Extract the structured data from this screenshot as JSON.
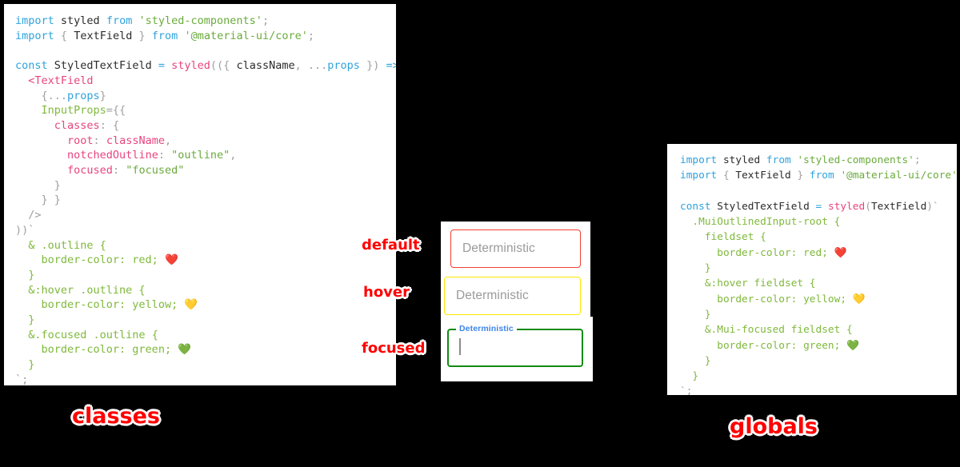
{
  "page": {
    "background_color": "#000000",
    "accent_annotation_color": "#ff0000"
  },
  "left_panel": {
    "name": "classes-approach-code",
    "caption": "classes",
    "language": "jsx",
    "code_lines": [
      "import styled from 'styled-components';",
      "import { TextField } from '@material-ui/core';",
      "",
      "const StyledTextField = styled(({ className, ...props }) => (",
      "  <TextField",
      "    {...props}",
      "    InputProps={{",
      "      classes: {",
      "        root: className,",
      "        notchedOutline: \"outline\",",
      "        focused: \"focused\"",
      "      }",
      "    } }",
      "  />",
      "))`",
      "  & .outline {",
      "    border-color: red; ❤️",
      "  }",
      "  &:hover .outline {",
      "    border-color: yellow; 💛",
      "  }",
      "  &.focused .outline {",
      "    border-color: green; 💚",
      "  }",
      "`;"
    ]
  },
  "right_panel": {
    "name": "globals-approach-code",
    "caption": "globals",
    "language": "jsx",
    "code_lines": [
      "import styled from 'styled-components';",
      "import { TextField } from '@material-ui/core';",
      "",
      "const StyledTextField = styled(TextField)`",
      "  .MuiOutlinedInput-root {",
      "    fieldset {",
      "      border-color: red; ❤️",
      "    }",
      "    &:hover fieldset {",
      "      border-color: yellow; 💛",
      "    }",
      "    &.Mui-focused fieldset {",
      "      border-color: green; 💚",
      "    }",
      "  }",
      "`;"
    ]
  },
  "demo": {
    "states": [
      {
        "key": "default",
        "annotation": "default",
        "field_text": "Deterministic",
        "is_placeholder": true,
        "border_color": "#f4402e"
      },
      {
        "key": "hover",
        "annotation": "hover",
        "field_text": "Deterministic",
        "is_placeholder": true,
        "border_color": "#ffe600"
      },
      {
        "key": "focused",
        "annotation": "focused",
        "field_text": "",
        "notch_label": "Deterministic",
        "notch_label_color": "#3f85e8",
        "is_placeholder": false,
        "border_color": "#138a13",
        "caret_visible": true
      }
    ]
  },
  "syntax_colors": {
    "keyword": "#2fa3dd",
    "string": "#6aab3c",
    "function": "#e8447e",
    "property": "#e8447e",
    "css": "#7fb93b",
    "punctuation": "#a0a0a0",
    "plain": "#2b2b2b"
  }
}
